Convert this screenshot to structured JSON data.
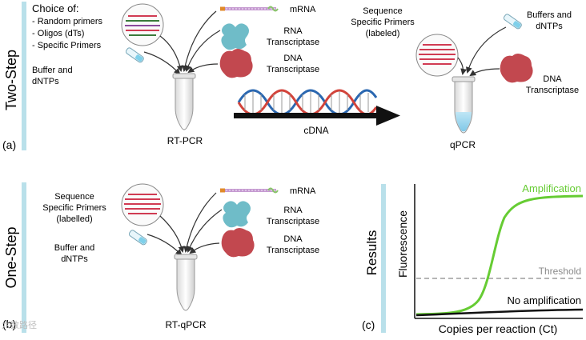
{
  "panel_a": {
    "side_label": "Two-Step",
    "panel_letter": "(a)",
    "choice_title": "Choice of:",
    "choice_items": [
      "- Random primers",
      "- Oligos (dTs)",
      "- Specific Primers"
    ],
    "buffer": [
      "Buffer and",
      "dNTPs"
    ],
    "mrna": "mRNA",
    "rna_rt": [
      "RNA",
      "Transcriptase"
    ],
    "dna_rt": [
      "DNA",
      "Transcriptase"
    ],
    "tube1_label": "RT-PCR",
    "arrow_label": "cDNA",
    "seq_primers": [
      "Sequence",
      "Specific Primers",
      "(labeled)"
    ],
    "buffers_right": [
      "Buffers and",
      "dNTPs"
    ],
    "dna_rt_right": [
      "DNA",
      "Transcriptase"
    ],
    "tube2_label": "qPCR"
  },
  "panel_b": {
    "side_label": "One-Step",
    "panel_letter": "(b)",
    "seq_primers": [
      "Sequence",
      "Specific Primers",
      "(labelled)"
    ],
    "buffer": [
      "Buffer and",
      "dNTPs"
    ],
    "mrna": "mRNA",
    "rna_rt": [
      "RNA",
      "Transcriptase"
    ],
    "dna_rt": [
      "DNA",
      "Transcriptase"
    ],
    "tube_label": "RT-qPCR"
  },
  "panel_c": {
    "panel_letter": "(c)",
    "side_label": "Results",
    "ylabel": "Fluorescence",
    "xlabel": "Copies per reaction (Ct)",
    "amplification_label": "Amplification",
    "threshold_label": "Threshold",
    "no_amp_label": "No amplification",
    "colors": {
      "amplification": "#66cc33",
      "threshold": "#8a8a8a",
      "no_amp": "#111111"
    }
  },
  "colors": {
    "side_bar": "#b9e0ea",
    "primer_rows": [
      "#d03a52",
      "#3a7a3a",
      "#8b4a9c"
    ],
    "protein_rna": "#6fbcc8",
    "protein_dna": "#c2484f",
    "helix_blue": "#2a67b0",
    "helix_red": "#d2433a"
  },
  "watermark": "六数路径"
}
